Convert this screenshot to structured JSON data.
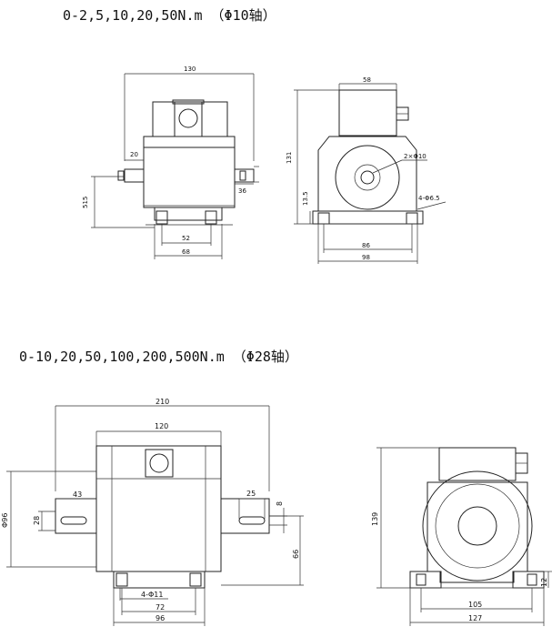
{
  "headings": {
    "top": "0-2,5,10,20,50N.m （Φ10轴）",
    "bottom": "0-10,20,50,100,200,500N.m （Φ28轴）"
  },
  "top_front": {
    "d130": "130",
    "d20": "20",
    "d36": "36",
    "d515": "515",
    "d52": "52",
    "d68": "68"
  },
  "top_side": {
    "d58": "58",
    "d131": "131",
    "d135": "13.5",
    "dphi10": "2×Φ10",
    "dholes": "4-Φ6.5",
    "d86": "86",
    "d98": "98"
  },
  "bottom_front": {
    "d210": "210",
    "d120": "120",
    "d43": "43",
    "d25": "25",
    "d8": "8",
    "d96dia": "Φ96",
    "d28": "28",
    "d66": "66",
    "d4phi11": "4-Φ11",
    "d72": "72",
    "d96": "96"
  },
  "bottom_side": {
    "d139": "139",
    "d105": "105",
    "d127": "127",
    "d12": "12"
  }
}
